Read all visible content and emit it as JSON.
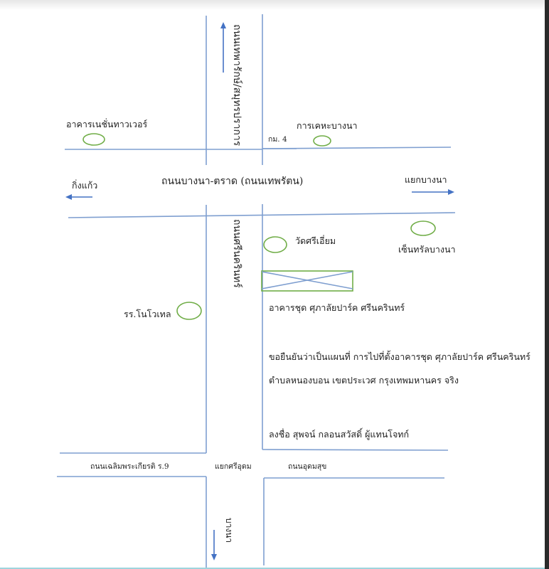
{
  "colors": {
    "road_line": "#7f9fd0",
    "arrow": "#4472c4",
    "landmark": "#70ad47",
    "text": "#222222"
  },
  "roads": {
    "main_horizontal": "ถนนบางนา-ตราด (ถนนเทพรัตน)",
    "north_vertical": "ถนนเทพารักษ์/สมุทรปราการ",
    "south_vertical_mid": "ถนนศรีนครินทร์",
    "bottom_left": "ถนนเฉลิมพระเกียรติ ร.9",
    "bottom_right": "ถนนอุดมสุข",
    "bottom_south": "บางนา",
    "km_marker": "กม. 4"
  },
  "directions": {
    "west": "กิ่งแก้ว",
    "east": "แยกบางนา",
    "intersection_bottom": "แยกศรีอุดม"
  },
  "landmarks": {
    "nation_tower": "อาคารเนชั่นทาวเวอร์",
    "housing_authority": "การเคหะบางนา",
    "wat": "วัดศรีเอี่ยม",
    "central": "เซ็นทรัลบางนา",
    "novotel": "รร.โนโวเทล",
    "condo": "อาคารชุด ศุภาลัยปาร์ค ศรีนครินทร์"
  },
  "certification": {
    "line1": "ขอยืนยันว่าเป็นแผนที่ การไปที่ตั้งอาคารชุด ศุภาลัยปาร์ค ศรีนครินทร์",
    "line2": "ตำบลหนองบอน เขตประเวศ กรุงเทพมหานคร จริง",
    "signature": "ลงชื่อ  สุพจน์ กลอนสวัสดิ์ ผู้แทนโจทก์"
  }
}
